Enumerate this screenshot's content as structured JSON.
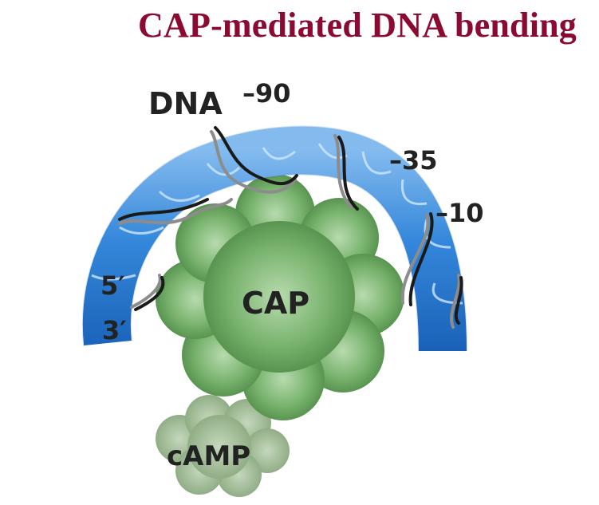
{
  "title": "CAP-mediated DNA bending",
  "labels": {
    "dna": "DNA",
    "pos_90": "–90",
    "pos_35": "–35",
    "pos_10": "–10",
    "five_prime": "5′",
    "three_prime": "3′",
    "cap": "CAP",
    "camp": "cAMP"
  },
  "colors": {
    "title": "#8b0a32",
    "dna_tube": "#2f86de",
    "cap_protein": "#5f9c57",
    "camp": "#8fae84",
    "strand_dark": "#1a1a1a",
    "strand_light": "#8c8c8c"
  }
}
